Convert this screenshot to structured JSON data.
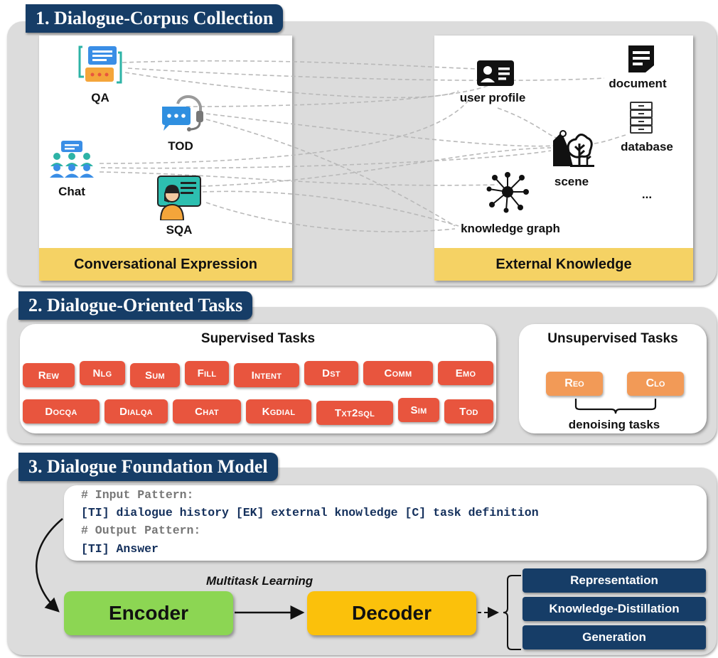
{
  "section1": {
    "title": "1. Dialogue-Corpus Collection",
    "left_footer": "Conversational Expression",
    "right_footer": "External Knowledge",
    "conv": {
      "qa": "QA",
      "tod": "TOD",
      "chat": "Chat",
      "sqa": "SQA"
    },
    "know": {
      "user_profile": "user profile",
      "document": "document",
      "database": "database",
      "scene": "scene",
      "ellipsis": "...",
      "kg": "knowledge graph"
    }
  },
  "section2": {
    "title": "2. Dialogue-Oriented Tasks",
    "supervised_title": "Supervised Tasks",
    "supervised_row1": [
      "Rew",
      "Nlg",
      "Sum",
      "Fill",
      "Intent",
      "Dst",
      "Comm",
      "Emo"
    ],
    "supervised_row2": [
      "Docqa",
      "Dialqa",
      "Chat",
      "Kgdial",
      "Txt2sql",
      "Sim",
      "Tod"
    ],
    "unsupervised_title": "Unsupervised Tasks",
    "unsupervised": [
      "Reo",
      "Clo"
    ],
    "denoising": "denoising tasks"
  },
  "section3": {
    "title": "3. Dialogue Foundation Model",
    "input_comment": "# Input Pattern:",
    "input_pattern": "[TI] dialogue history [EK] external knowledge [C] task definition",
    "output_comment": "# Output Pattern:",
    "output_pattern": "[TI] Answer",
    "multitask": "Multitask Learning",
    "encoder": "Encoder",
    "decoder": "Decoder",
    "outputs": [
      "Representation",
      "Knowledge-Distillation",
      "Generation"
    ]
  },
  "colors": {
    "navy": "#163d67",
    "task_red": "#e8553e",
    "task_orange": "#f29a57",
    "encoder_green": "#8cd653",
    "decoder_yellow": "#fbc10b",
    "footer_yellow": "#f5d264",
    "teal": "#2db3a6",
    "blue": "#3a8ee6"
  }
}
